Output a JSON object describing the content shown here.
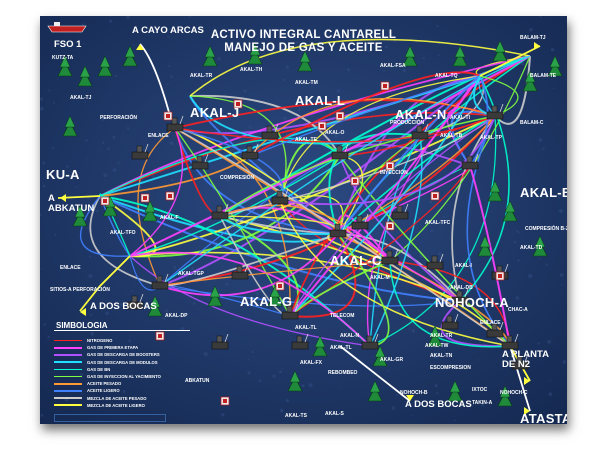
{
  "title": [
    "ACTIVO INTEGRAL CANTARELL",
    "MANEJO DE GAS Y ACEITE"
  ],
  "major_labels": [
    "AKAL-J",
    "AKAL-L",
    "AKAL-N",
    "KU-A",
    "A\nABKATUN",
    "AKAL-C",
    "AKAL-G",
    "NOHOCH-A",
    "AKAL-B",
    "A PLANTA\nDE N2",
    "ATASTA",
    "A DOS BOCAS",
    "A DOS BOCAS",
    "A CAYO ARCAS",
    "FSO 1"
  ],
  "minor_labels": [
    "KUTZ-TA",
    "AKAL-TJ",
    "AKAL-TH",
    "AKAL-TM",
    "AKAL-FSA",
    "AKAL-TQ",
    "BALAM-TJ",
    "BALAM-TE",
    "AKAL-TR",
    "AKAL-TI",
    "PERFORACIÓN",
    "ENLACE",
    "PRODUCCIÓN",
    "COMPRESIÓN",
    "INYECCIÓN",
    "AKAL-TE",
    "AKAL-TB",
    "AKAL-O",
    "AKAL-TP",
    "AKAL-M",
    "AKAL-F",
    "AKAL-TD",
    "AKAL-TFO",
    "AKAL-I",
    "AKAL-TFC",
    "AKAL-DB",
    "AKAL-TL",
    "AKAL-TL",
    "SITIOS-A PERFORACIÓN",
    "ABKATUN",
    "TELECOM",
    "COMPRESIÓN B-2",
    "REBOMBEO",
    "CHAC-A",
    "NOHOCH-B",
    "ENLACE",
    "IXTOC",
    "AKAL-S",
    "AKAL-N",
    "AKAL-GR",
    "ENLACE",
    "AKAL-FX",
    "AKAL-TW",
    "AKAL-TN",
    "AKAL-TR",
    "ESCOMPRESION",
    "TAKIN-A",
    "AKAL-TS",
    "NOHOCH-C",
    "AKAL-DP",
    "AKAL-TGP",
    "BALAM-C"
  ],
  "legend": {
    "title": "SIMBOLOGIA",
    "items": [
      {
        "label": "NITROGENO",
        "color": "#ff2020"
      },
      {
        "label": "GAS DE PRIMERA ETAPA",
        "color": "#ff40ff"
      },
      {
        "label": "GAS DE DESCARGA DE BOOSTERS",
        "color": "#b050ff"
      },
      {
        "label": "GAS DE DESCARGA DE MODULOS",
        "color": "#20e0ff"
      },
      {
        "label": "GAS DE BN",
        "color": "#00ffcc"
      },
      {
        "label": "GAS DE INYECCION AL YACIMIENTO",
        "color": "#80ff40"
      },
      {
        "label": "ACEITE PESADO",
        "color": "#ff9933"
      },
      {
        "label": "ACEITE LIGERO",
        "color": "#4080ff"
      },
      {
        "label": "MEZCLA DE ACEITE PESADO",
        "color": "#cccccc"
      },
      {
        "label": "MEZCLA DE ACEITE LIGERO",
        "color": "#ffff40"
      }
    ]
  }
}
